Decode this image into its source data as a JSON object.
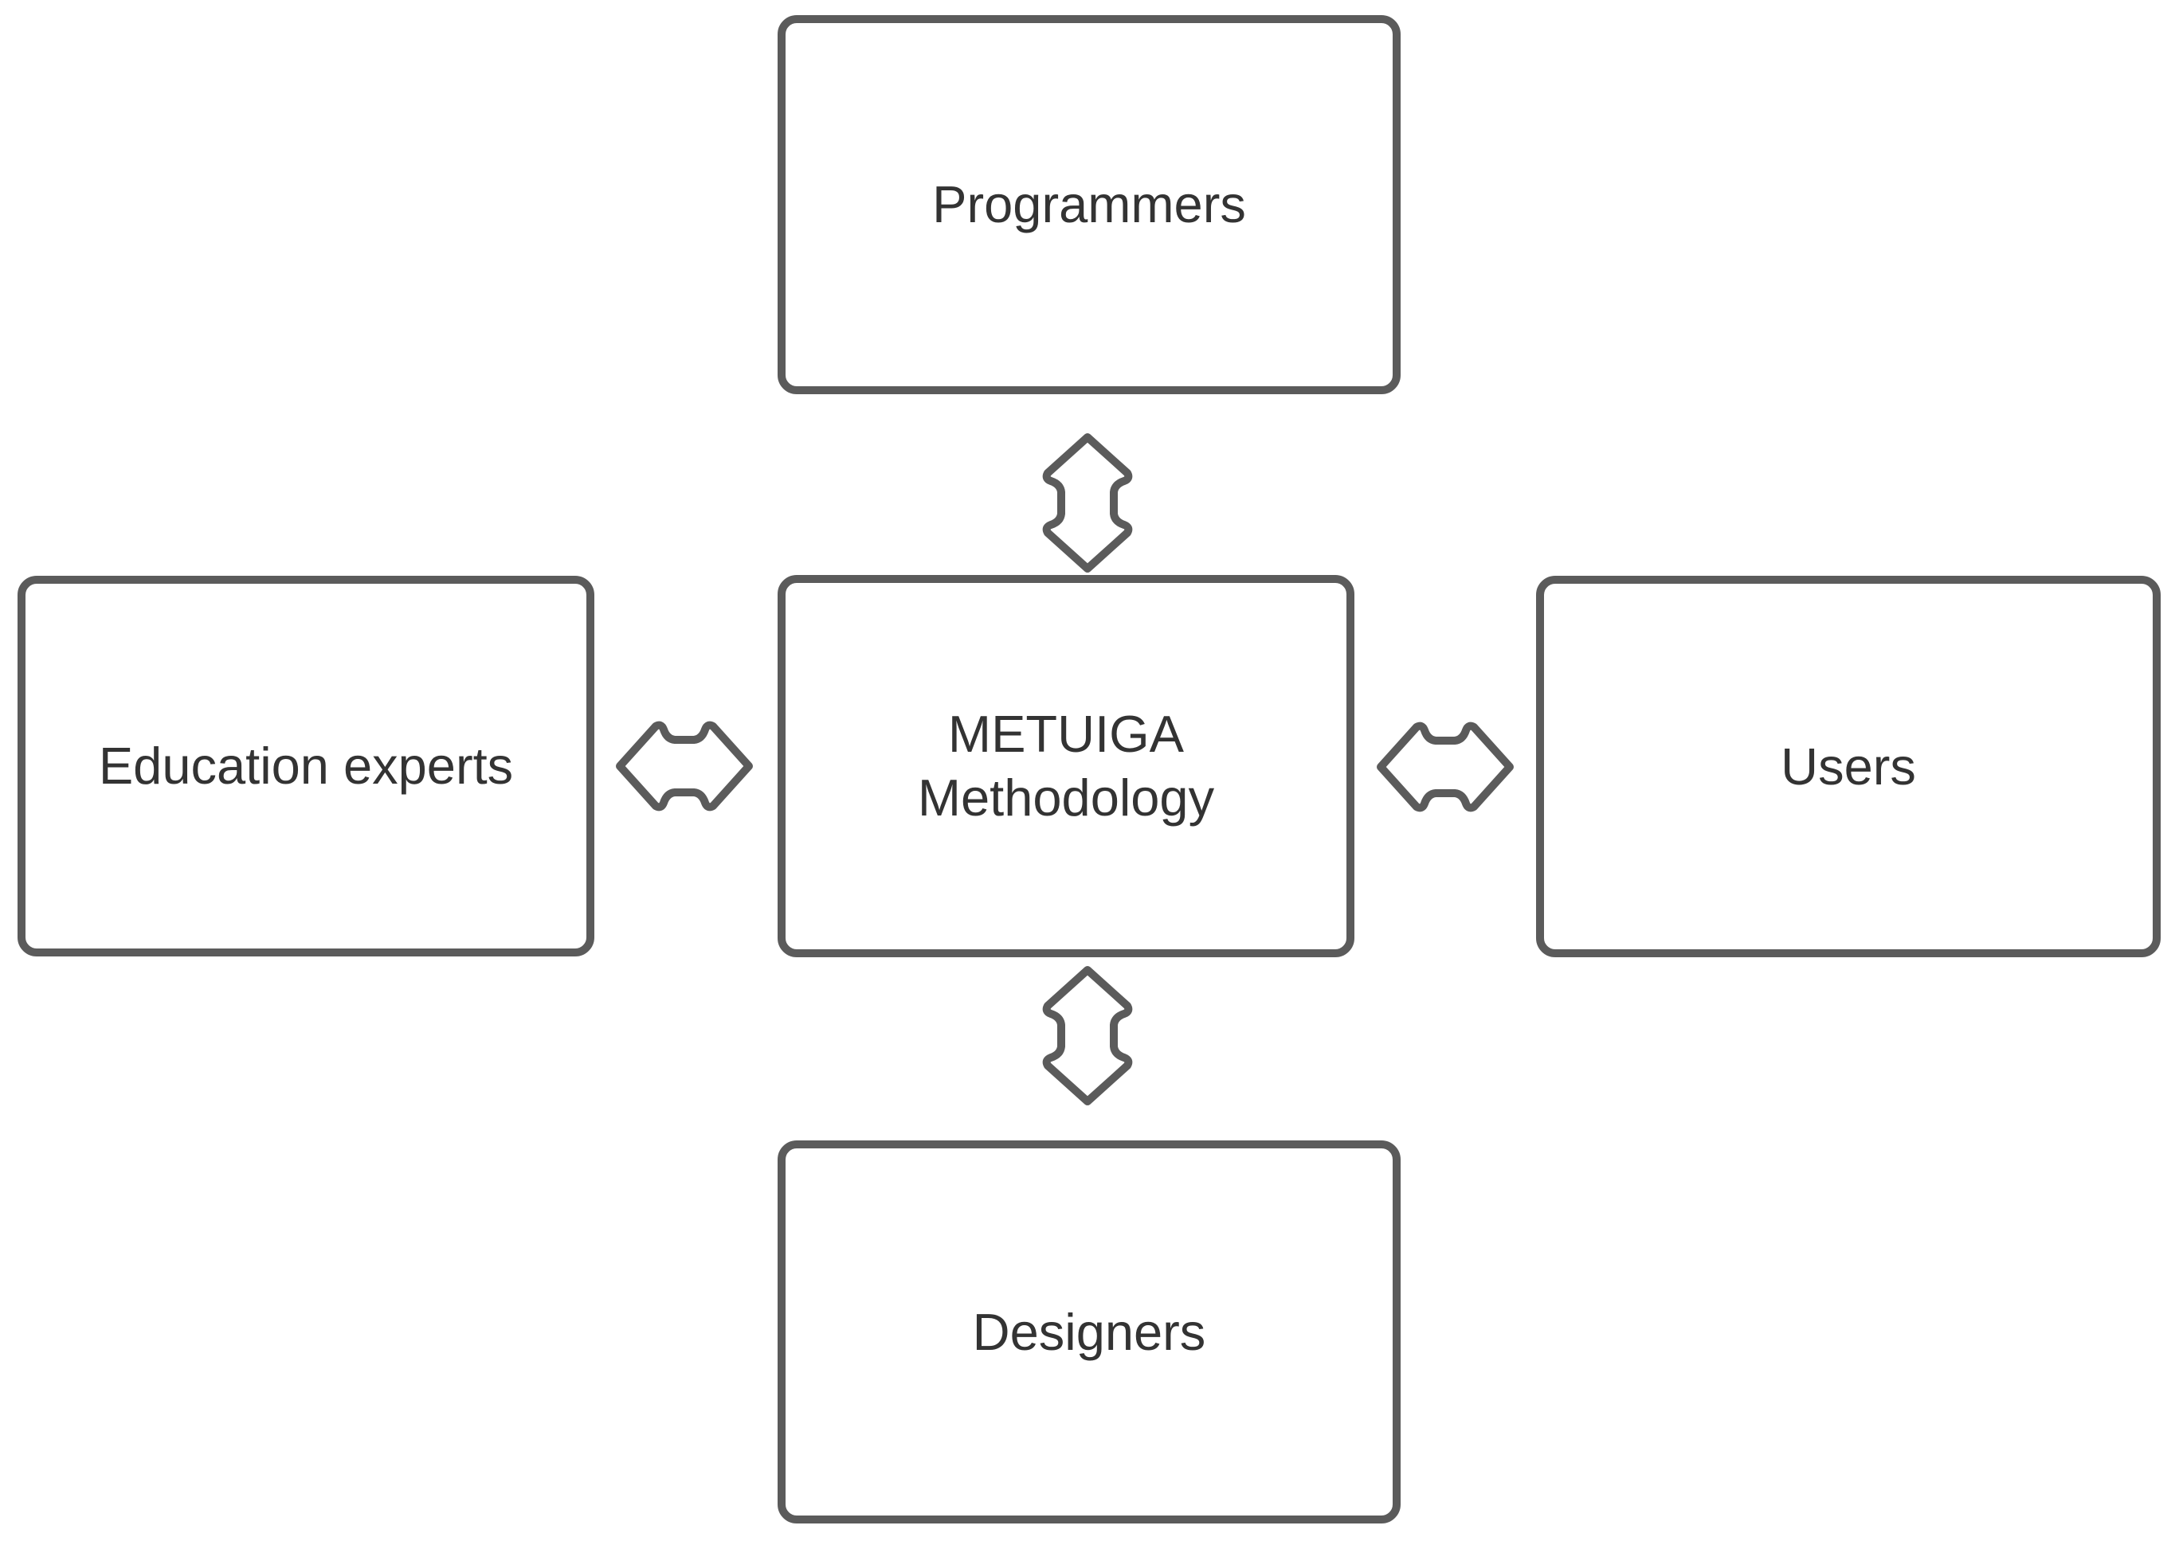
{
  "diagram": {
    "background_color": "#ffffff",
    "node_fill_color": "#ffffff",
    "node_border_color": "#5b5b5b",
    "text_color": "#333333",
    "arrow_color": "#5b5b5b",
    "nodes": {
      "top": {
        "label": "Programmers"
      },
      "left": {
        "label": "Education experts"
      },
      "center": {
        "label": "METUIGA\nMethodology"
      },
      "right": {
        "label": "Users"
      },
      "bottom": {
        "label": "Designers"
      }
    },
    "connectors": [
      {
        "name": "center-to-top",
        "type": "double-headed-arrow",
        "orientation": "vertical"
      },
      {
        "name": "center-to-left",
        "type": "double-headed-arrow",
        "orientation": "horizontal"
      },
      {
        "name": "center-to-right",
        "type": "double-headed-arrow",
        "orientation": "horizontal"
      },
      {
        "name": "center-to-bottom",
        "type": "double-headed-arrow",
        "orientation": "vertical"
      }
    ]
  }
}
